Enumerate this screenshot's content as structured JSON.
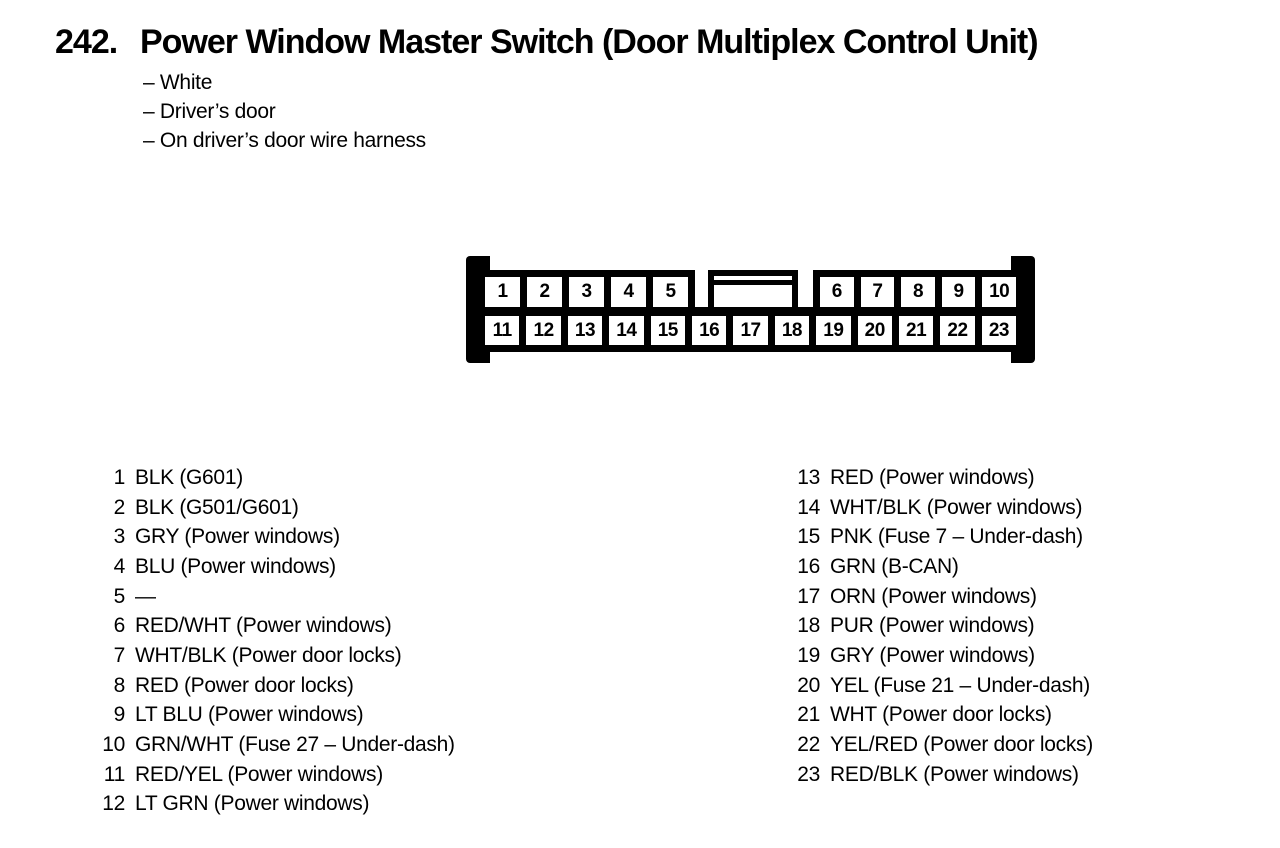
{
  "header": {
    "number": "242.",
    "title": "Power Window Master Switch (Door Multiplex Control Unit)",
    "notes": [
      "– White",
      "– Driver’s door",
      "– On driver’s door wire harness"
    ]
  },
  "connector": {
    "top_row_left_pins": [
      "1",
      "2",
      "3",
      "4",
      "5"
    ],
    "top_row_right_pins": [
      "6",
      "7",
      "8",
      "9",
      "10"
    ],
    "bottom_row_pins": [
      "11",
      "12",
      "13",
      "14",
      "15",
      "16",
      "17",
      "18",
      "19",
      "20",
      "21",
      "22",
      "23"
    ]
  },
  "pin_table": {
    "left_column": [
      {
        "pin": "1",
        "desc": "BLK (G601)"
      },
      {
        "pin": "2",
        "desc": "BLK (G501/G601)"
      },
      {
        "pin": "3",
        "desc": "GRY (Power windows)"
      },
      {
        "pin": "4",
        "desc": "BLU (Power windows)"
      },
      {
        "pin": "5",
        "desc": "—"
      },
      {
        "pin": "6",
        "desc": "RED/WHT (Power windows)"
      },
      {
        "pin": "7",
        "desc": "WHT/BLK (Power door locks)"
      },
      {
        "pin": "8",
        "desc": "RED (Power door locks)"
      },
      {
        "pin": "9",
        "desc": "LT BLU (Power windows)"
      },
      {
        "pin": "10",
        "desc": "GRN/WHT (Fuse 27 – Under-dash)"
      },
      {
        "pin": "11",
        "desc": "RED/YEL (Power windows)"
      },
      {
        "pin": "12",
        "desc": "LT GRN (Power windows)"
      }
    ],
    "right_column": [
      {
        "pin": "13",
        "desc": "RED (Power windows)"
      },
      {
        "pin": "14",
        "desc": "WHT/BLK (Power windows)"
      },
      {
        "pin": "15",
        "desc": "PNK (Fuse 7 – Under-dash)"
      },
      {
        "pin": "16",
        "desc": "GRN (B-CAN)"
      },
      {
        "pin": "17",
        "desc": "ORN (Power windows)"
      },
      {
        "pin": "18",
        "desc": "PUR (Power windows)"
      },
      {
        "pin": "19",
        "desc": "GRY (Power windows)"
      },
      {
        "pin": "20",
        "desc": "YEL (Fuse 21 – Under-dash)"
      },
      {
        "pin": "21",
        "desc": "WHT (Power door locks)"
      },
      {
        "pin": "22",
        "desc": "YEL/RED (Power door locks)"
      },
      {
        "pin": "23",
        "desc": "RED/BLK (Power windows)"
      }
    ]
  },
  "colors": {
    "ink": "#000000",
    "background": "#ffffff"
  }
}
